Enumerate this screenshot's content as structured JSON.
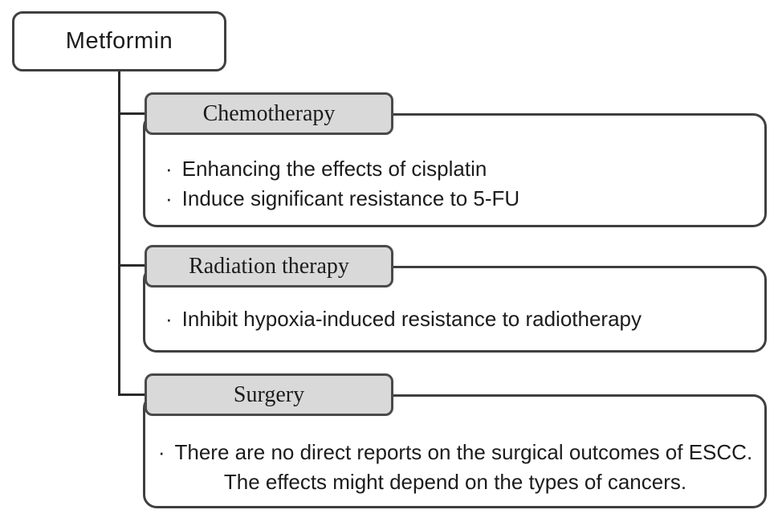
{
  "diagram_title": "Metformin combined-therapy effects diagram",
  "root": {
    "label": "Metformin"
  },
  "bullet_glyph": "·",
  "sections": [
    {
      "header": "Chemotherapy",
      "bullets": [
        "Enhancing the effects of cisplatin",
        "Induce significant resistance to 5-FU"
      ]
    },
    {
      "header": "Radiation therapy",
      "bullets": [
        "Inhibit hypoxia-induced resistance to radiotherapy"
      ]
    },
    {
      "header": "Surgery",
      "bullets": [
        "There are no direct reports on the surgical outcomes of ESCC. The effects might depend on the types of cancers."
      ]
    }
  ],
  "colors": {
    "border_color": "#3f3f3f",
    "line_color": "#2a2a2a",
    "header_fill": "#d9d9d9",
    "box_fill": "#ffffff",
    "text_color": "#1c1c1c",
    "canvas_bg": "#ffffff"
  }
}
